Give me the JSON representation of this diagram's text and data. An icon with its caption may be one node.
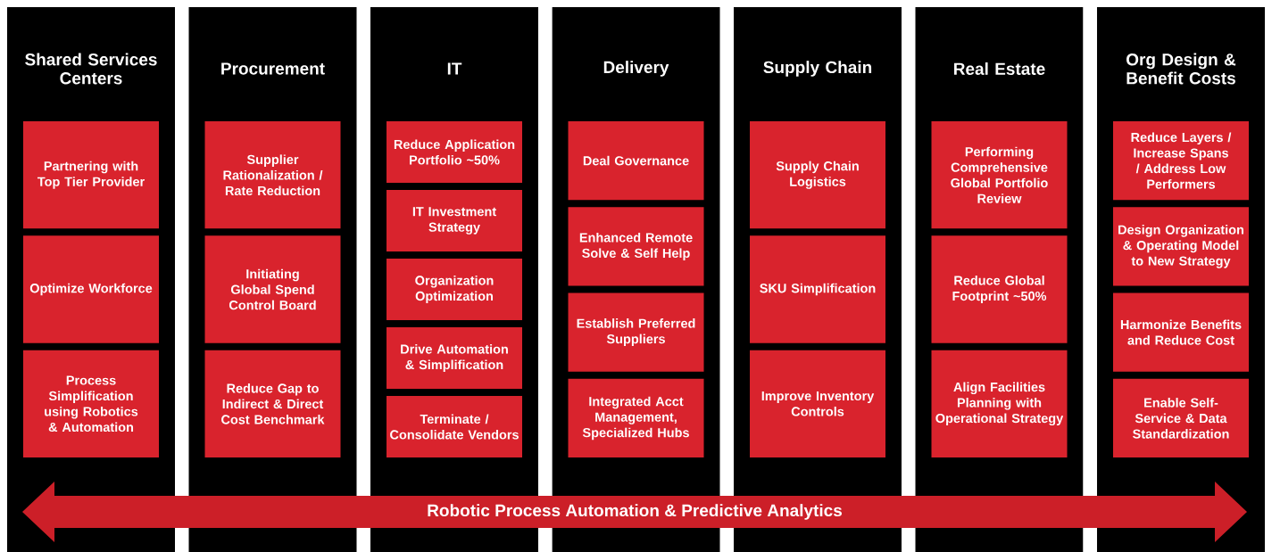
{
  "diagram": {
    "nodes": [
      {
        "text": [
          "Shared Services Centers"
        ]
      },
      {
        "text": [
          "Partnering with Top Tier Provider"
        ],
        "in": 0
      },
      {
        "text": [
          "Optimize Workforce"
        ],
        "in": 0
      },
      {
        "text": [
          "Process Simplification using Robotics & Automation"
        ],
        "in": 0
      },
      {
        "text": [
          "Procurement"
        ]
      },
      {
        "text": [
          "Supplier Rationalization / Rate Reduction"
        ],
        "in": 4
      },
      {
        "text": [
          "Initiating Global Spend Control Board"
        ],
        "in": 4
      },
      {
        "text": [
          "Reduce Gap to Indirect & Direct Cost Benchmark"
        ],
        "in": 4
      },
      {
        "text": [
          "IT"
        ]
      },
      {
        "text": [
          "Reduce Application Portfolio ~50%"
        ],
        "in": 8
      },
      {
        "text": [
          "IT Investment Strategy"
        ],
        "in": 8
      },
      {
        "text": [
          "Organization Optimization"
        ],
        "in": 8
      },
      {
        "text": [
          "Drive Automation & Simplification"
        ],
        "in": 8
      },
      {
        "text": [
          "Terminate / Consolidate Vendors"
        ],
        "in": 8
      },
      {
        "text": [
          "Delivery"
        ]
      },
      {
        "text": [
          "Deal Governance"
        ],
        "in": 14
      },
      {
        "text": [
          "Enhanced Remote Solve & Self Help"
        ],
        "in": 14
      },
      {
        "text": [
          "Establish Preferred Suppliers"
        ],
        "in": 14
      },
      {
        "text": [
          "Integrated Acct Management, Specialized Hubs"
        ],
        "in": 14
      },
      {
        "text": [
          "Supply Chain"
        ]
      },
      {
        "text": [
          "Supply Chain Logistics"
        ],
        "in": 19
      },
      {
        "text": [
          "SKU Simplification"
        ],
        "in": 19
      },
      {
        "text": [
          "Improve Inventory Controls"
        ],
        "in": 19
      },
      {
        "text": [
          "Real Estate"
        ]
      },
      {
        "text": [
          "Performing Comprehensive Global Portfolio Review"
        ],
        "in": 23
      },
      {
        "text": [
          "Reduce Global Footprint ~50%"
        ],
        "in": 23
      },
      {
        "text": [
          "Align Facilities Planning with Operational Strategy"
        ],
        "in": 23
      },
      {
        "text": [
          "Org Design & Benefit Costs"
        ]
      },
      {
        "text": [
          "Reduce Layers / Increase Spans / Address Low Performers"
        ],
        "in": 27
      },
      {
        "text": [
          "Design Organization & Operating Model to New Strategy"
        ],
        "in": 27
      },
      {
        "text": [
          "Harmonize Benefits and Reduce Cost"
        ],
        "in": 27
      },
      {
        "text": [
          "Enable Self-Service & Data Standardization"
        ],
        "in": 27
      },
      {
        "text": [
          "Robotic Process Automation & Predictive Analytics"
        ]
      }
    ]
  }
}
